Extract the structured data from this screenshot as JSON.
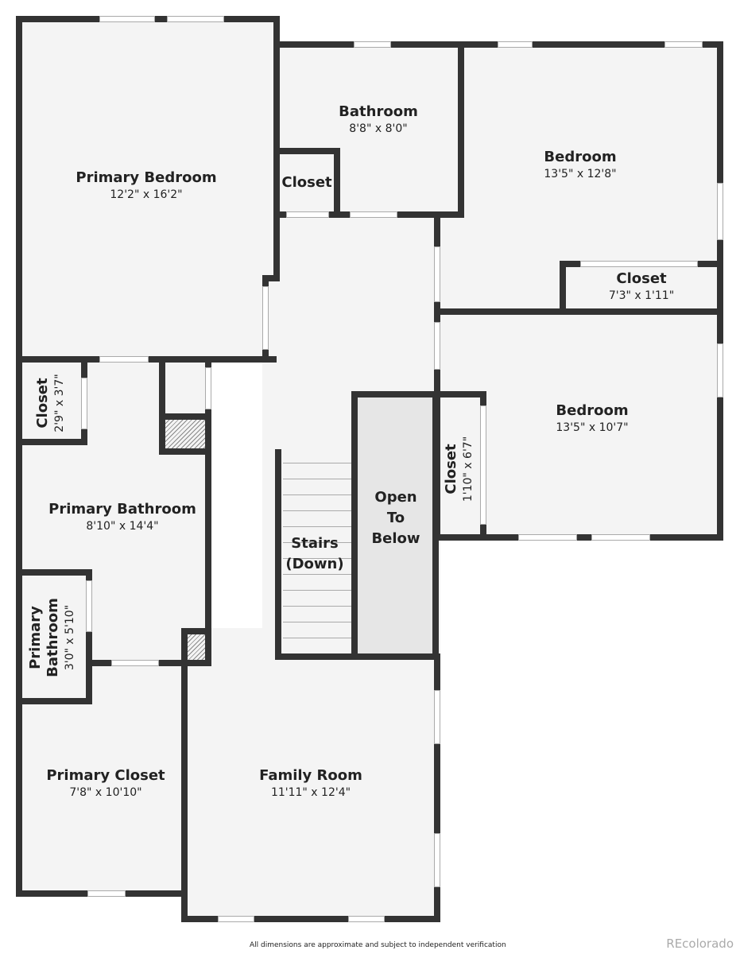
{
  "rooms": {
    "primary_bedroom": {
      "name": "Primary Bedroom",
      "dims": "12'2\" x 16'2\""
    },
    "bathroom": {
      "name": "Bathroom",
      "dims": "8'8\" x 8'0\""
    },
    "closet_hall": {
      "name": "Closet"
    },
    "bedroom1": {
      "name": "Bedroom",
      "dims": "13'5\" x 12'8\""
    },
    "bedroom1_closet": {
      "name": "Closet",
      "dims": "7'3\" x 1'11\""
    },
    "bedroom2": {
      "name": "Bedroom",
      "dims": "13'5\" x 10'7\""
    },
    "bedroom2_closet": {
      "name": "Closet",
      "dims": "1'10\" x 6'7\""
    },
    "primary_closet_small": {
      "name": "Closet",
      "dims": "2'9\" x 3'7\""
    },
    "primary_bathroom": {
      "name": "Primary Bathroom",
      "dims": "8'10\" x 14'4\""
    },
    "primary_bathroom_small": {
      "name": "Primary Bathroom",
      "dims": "3'0\" x 5'10\""
    },
    "primary_closet": {
      "name": "Primary Closet",
      "dims": "7'8\" x 10'10\""
    },
    "family_room": {
      "name": "Family Room",
      "dims": "11'11\" x 12'4\""
    },
    "stairs": {
      "name": "Stairs (Down)"
    },
    "open_to_below": {
      "name": "Open To Below"
    }
  },
  "footer": {
    "disclaimer": "All dimensions are approximate and subject to independent verification",
    "brand": "REcolorado"
  }
}
